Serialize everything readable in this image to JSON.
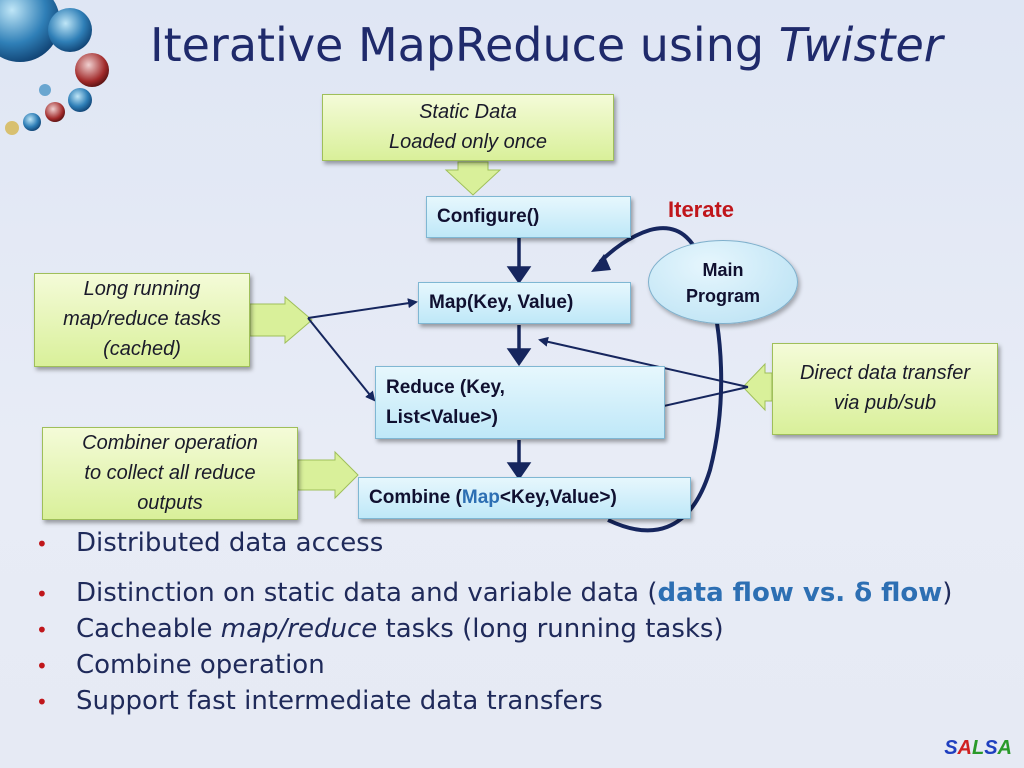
{
  "title": {
    "main": "Iterative MapReduce using ",
    "emph": "Twister"
  },
  "notes": {
    "static_data": [
      "Static Data",
      "Loaded only once"
    ],
    "long_running": [
      "Long running",
      "map/reduce tasks",
      "(cached)"
    ],
    "combiner": [
      "Combiner operation",
      "to collect all reduce",
      "outputs"
    ],
    "direct_transfer": [
      "Direct data transfer",
      "via pub/sub"
    ]
  },
  "steps": {
    "configure": "Configure()",
    "map": "Map(Key, Value)",
    "reduce_line1": "Reduce (Key,",
    "reduce_line2": "List<Value>)",
    "combine_prefix": "Combine (",
    "combine_map": "Map",
    "combine_suffix": "<Key,Value>)"
  },
  "iterate_label": "Iterate",
  "main_program": [
    "Main",
    "Program"
  ],
  "bullets": {
    "b1": "Distributed data access",
    "b2_pre": "Distinction on static data and variable data (",
    "b2_hl": "data flow vs. δ flow",
    "b2_post": ")",
    "b3_pre": "Cacheable ",
    "b3_em": "map/reduce",
    "b3_post": " tasks (long running tasks)",
    "b4": "Combine operation",
    "b5": "Support fast intermediate data transfers"
  },
  "brand": {
    "s1": "S",
    "a1": "A",
    "l": "L",
    "s2": "S",
    "a2": "A"
  },
  "colors": {
    "title": "#1f2a6b",
    "accent_red": "#c0161b",
    "arrow": "#16265e",
    "highlight": "#2d6fb3"
  }
}
